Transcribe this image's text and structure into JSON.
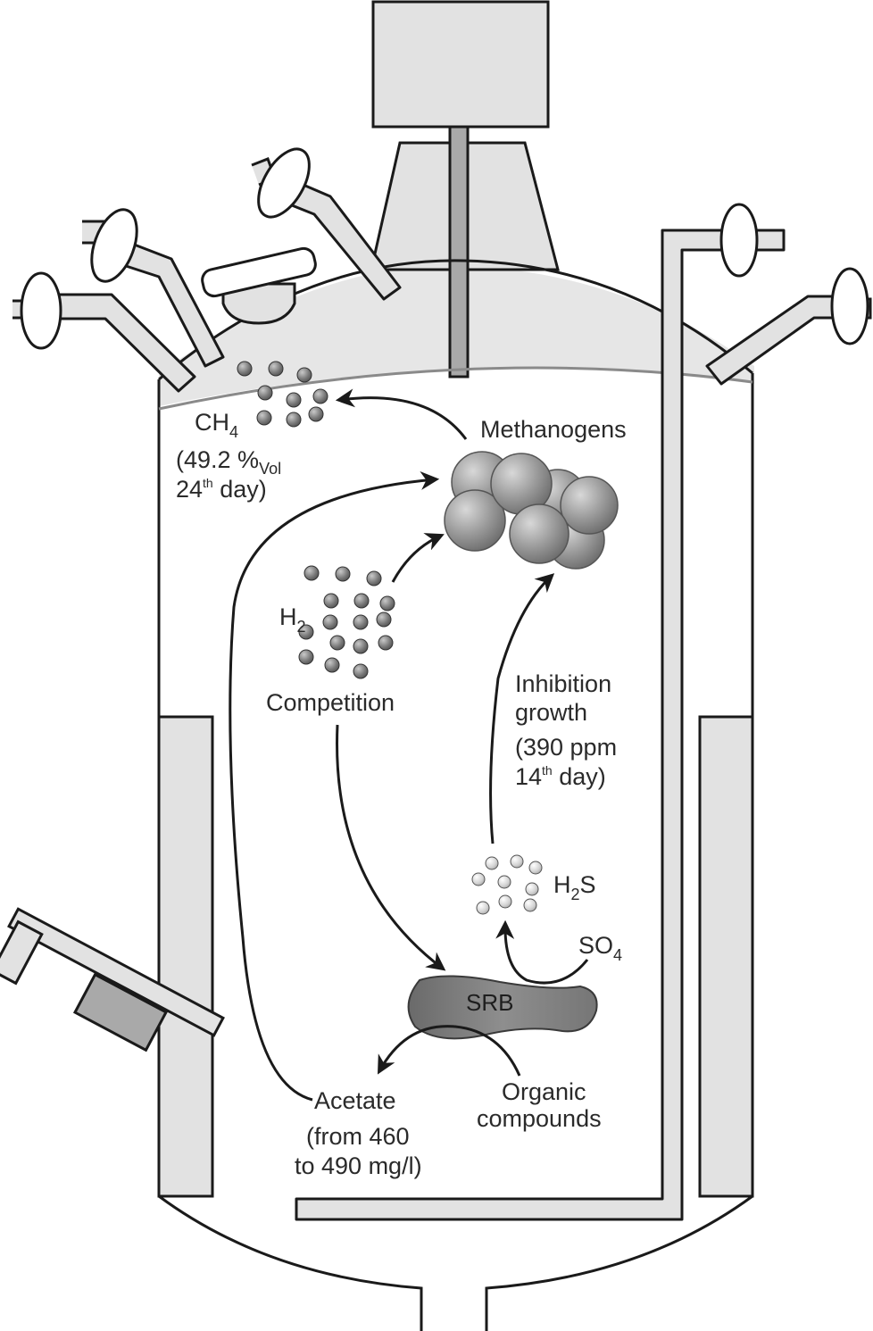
{
  "labels": {
    "ch4": {
      "main": "CH",
      "sub": "4"
    },
    "ch4_value": {
      "line1": "(49.2 %",
      "line1_sub": "Vol",
      "line2_num": "24",
      "line2_sup": "th",
      "line2_rest": " day)"
    },
    "methanogens": "Methanogens",
    "h2": {
      "main": "H",
      "sub": "2"
    },
    "competition": "Competition",
    "inhibition_line1": "Inhibition",
    "inhibition_line2": "growth",
    "h2s_value": {
      "line1": "(390 ppm",
      "line2_num": "14",
      "line2_sup": "th",
      "line2_rest": " day)"
    },
    "h2s": {
      "pre": "H",
      "sub": "2",
      "post": "S"
    },
    "so4": {
      "main": "SO",
      "sub": "4"
    },
    "srb": "SRB",
    "acetate": "Acetate",
    "acetate_value_line1": "(from 460",
    "acetate_value_line2": "to 490 mg/l)",
    "organic_line1": "Organic",
    "organic_line2": "compounds"
  },
  "colors": {
    "outline": "#1a1a1a",
    "fill_light": "#e2e2e2",
    "fill_mid": "#a9a9a9",
    "liquid_line": "#8a8a8a",
    "molecule_dark": "#6f6f6f",
    "molecule_light": "#c8c8c8",
    "srb_fill": "#7d7d7d",
    "methanogen_fill": "#9c9c9c"
  }
}
